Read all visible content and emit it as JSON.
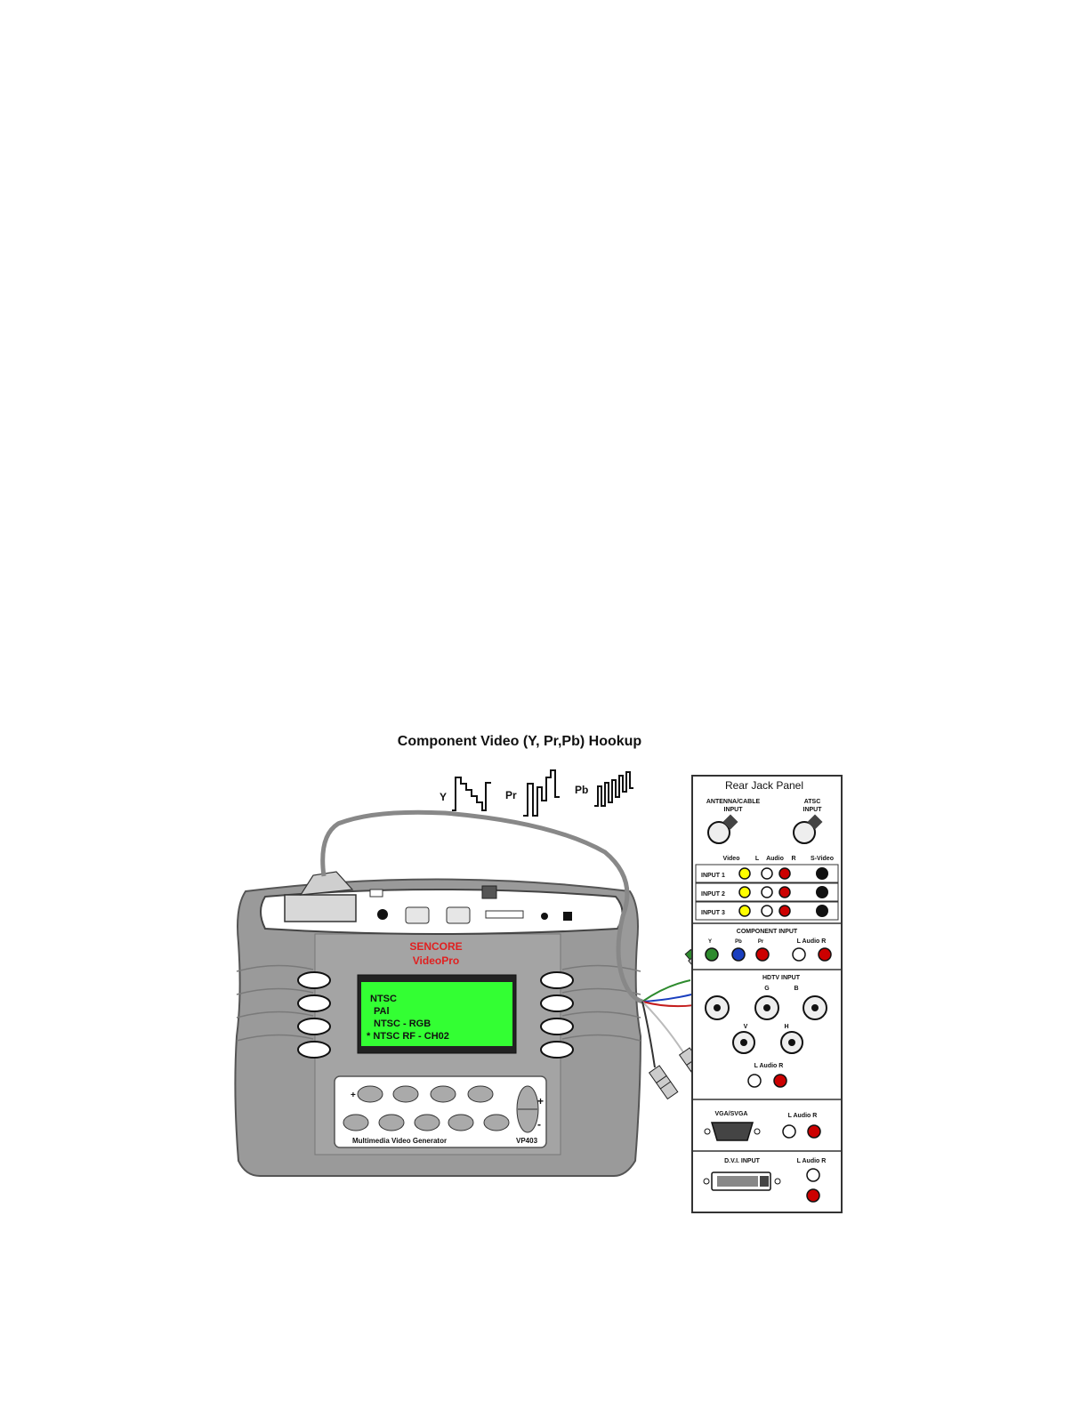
{
  "figure": {
    "title": "Component Video (Y, Pr,Pb) Hookup"
  },
  "waveforms": {
    "y_label": "Y",
    "pr_label": "Pr",
    "pb_label": "Pb"
  },
  "generator": {
    "brand": "SENCORE",
    "model_name": "VideoPro",
    "model_number": "VP403",
    "description": "Multimedia Video Generator",
    "plus_mark": "+",
    "minus_mark": "-",
    "lcd_lines": [
      "NTSC",
      "PAl",
      "NTSC - RGB",
      "* NTSC  RF - CH02"
    ]
  },
  "panel": {
    "title": "Rear Jack Panel",
    "antenna_label_1": "ANTENNA/CABLE",
    "antenna_label_2": "INPUT",
    "atsc_label_1": "ATSC",
    "atsc_label_2": "INPUT",
    "hdr_video": "Video",
    "hdr_l": "L",
    "hdr_audio": "Audio",
    "hdr_r": "R",
    "hdr_svideo": "S-Video",
    "input1": "INPUT 1",
    "input2": "INPUT 2",
    "input3": "INPUT 3",
    "component_title": "COMPONENT INPUT",
    "comp_y": "Y",
    "comp_pb": "Pb",
    "comp_pr": "Pr",
    "comp_audio": "L  Audio R",
    "hdtv_title": "HDTV INPUT",
    "hdtv_g": "G",
    "hdtv_b": "B",
    "hdtv_v": "V",
    "hdtv_h": "H",
    "hdtv_audio": "L  Audio R",
    "vga_title": "VGA/SVGA",
    "vga_audio": "L  Audio R",
    "dvi_title": "D.V.I. INPUT",
    "dvi_audio": "L  Audio R"
  },
  "colors": {
    "yellow_jack": "#ffff00",
    "red_jack": "#cc0000",
    "green_cable": "#2e8b2e",
    "blue_cable": "#1a3fbf",
    "red_cable": "#c41e1e",
    "lcd_green": "#33ff33",
    "brand_red": "#e02020",
    "body_gray": "#9a9a9a"
  }
}
